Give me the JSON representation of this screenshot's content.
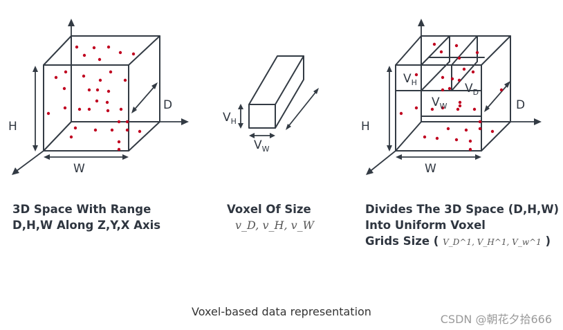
{
  "left_cube": {
    "label_h": "H",
    "label_d": "D",
    "label_w": "W",
    "caption_line1": "3D Space With Range",
    "caption_line2": "D,H,W Along Z,Y,X Axis"
  },
  "voxel": {
    "label_vh": "V",
    "label_vh_sub": "H",
    "label_vw": "V",
    "label_vw_sub": "W",
    "caption_line1": "Voxel Of Size",
    "caption_formula": "v_D, v_H, v_W"
  },
  "right_cube": {
    "label_h": "H",
    "label_d": "D",
    "label_w": "W",
    "inner_vh": "V",
    "inner_vh_sub": "H",
    "inner_vd": "V",
    "inner_vd_sub": "D",
    "inner_vw": "V",
    "inner_vw_sub": "W",
    "caption_line1": "Divides The 3D Space (D,H,W)",
    "caption_line2": "Into Uniform Voxel",
    "caption_line3_prefix": "Grids Size (",
    "caption_line3_formula": "V_D^1, V_H^1, V_w^1",
    "caption_line3_suffix": ")"
  },
  "figure_caption": "Voxel-based data representation",
  "watermark": "CSDN @朝花夕拾666",
  "colors": {
    "edges": "#333b44",
    "points": "#c0001f"
  }
}
